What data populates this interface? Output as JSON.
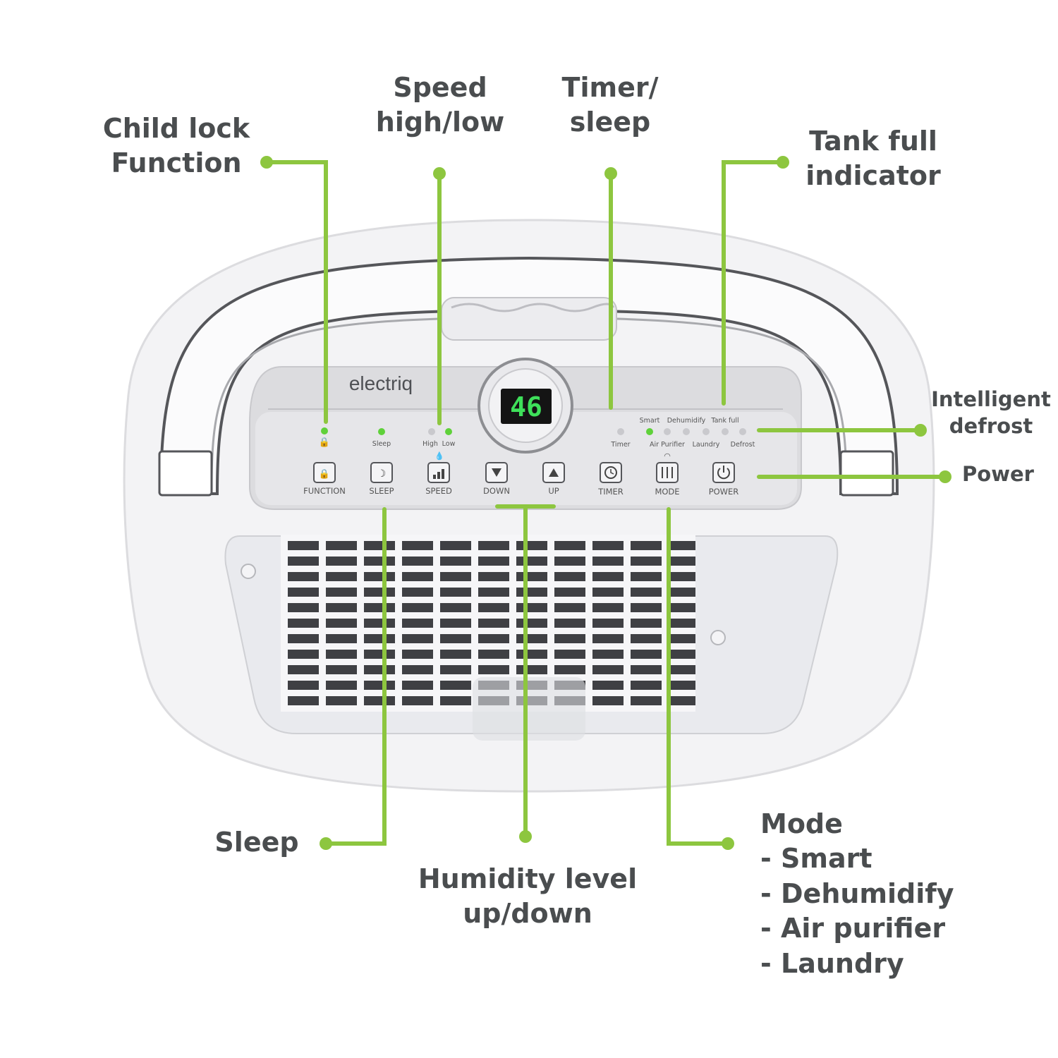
{
  "callouts": {
    "child_lock": [
      "Child lock",
      "Function"
    ],
    "speed": [
      "Speed",
      "high/low"
    ],
    "timer": [
      "Timer/",
      "sleep"
    ],
    "tank_full": [
      "Tank full",
      "indicator"
    ],
    "defrost": [
      "Intelligent",
      "defrost"
    ],
    "power": "Power",
    "sleep": "Sleep",
    "humidity": [
      "Humidity level",
      "up/down"
    ],
    "mode_title": "Mode",
    "mode_items": [
      "- Smart",
      "- Dehumidify",
      "- Air purifier",
      "- Laundry"
    ]
  },
  "device": {
    "brand": "electriq",
    "display_value": "46",
    "indicators": {
      "sleep": "Sleep",
      "high": "High",
      "low": "Low",
      "timer": "Timer",
      "smart": "Smart",
      "dehumidify": "Dehumidify",
      "tank_full": "Tank full",
      "air_purifier": "Air Purifier",
      "laundry": "Laundry",
      "defrost": "Defrost"
    },
    "buttons": [
      "FUNCTION",
      "SLEEP",
      "SPEED",
      "DOWN",
      "UP",
      "TIMER",
      "MODE",
      "POWER"
    ],
    "colors": {
      "leader": "#8dc63f",
      "led_on": "#5fd13a",
      "display_digits": "#3ee05a"
    }
  }
}
